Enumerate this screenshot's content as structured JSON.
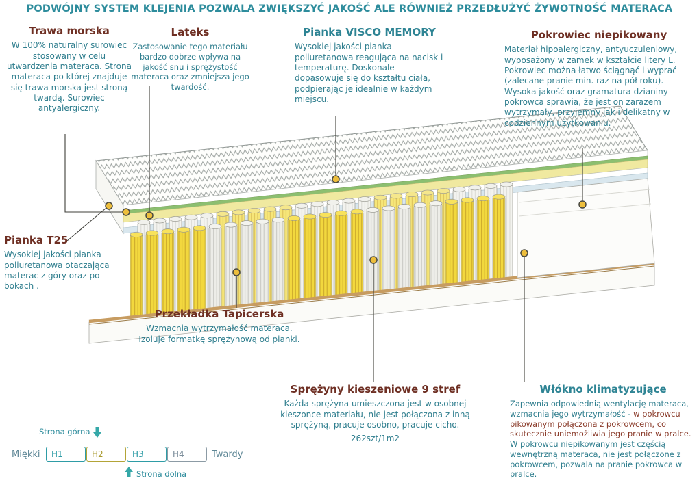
{
  "header": {
    "text": "PODWÓJNY SYSTEM KLEJENIA POZWALA ZWIĘKSZYĆ JAKOŚĆ ALE RÓWNIEŻ PRZEDŁUŻYĆ ŻYWOTNOŚĆ MATERACA"
  },
  "labels": {
    "trawa": {
      "title": "Trawa morska",
      "body": "W 100% naturalny surowiec stosowany w celu utwardzenia materaca. Strona materaca po której znajduje się trawa morska jest stroną twardą. Surowiec antyalergiczny."
    },
    "lateks": {
      "title": "Lateks",
      "body": "Zastosowanie tego materiału bardzo dobrze wpływa na jakość snu i sprężystość materaca oraz zmniejsza jego twardość."
    },
    "visco": {
      "title": "Pianka VISCO MEMORY",
      "body": "Wysokiej jakości pianka poliuretanowa reagująca na nacisk i temperaturę. Doskonale dopasowuje się do kształtu ciała, podpierając je idealnie w każdym miejscu."
    },
    "pokrowiec": {
      "title": "Pokrowiec niepikowany",
      "body": "Materiał hipoalergiczny, antyuczuleniowy, wyposażony w zamek w kształcie litery L. Pokrowiec można łatwo ściągnąć i wyprać (zalecane pranie min. raz na pół roku). Wysoka jakość oraz gramatura dzianiny pokrowca sprawia, że jest on zarazem wytrzymały, przyjemny jak i delikatny w codziennym użytkowaniu."
    },
    "t25": {
      "title": "Pianka T25",
      "body": "Wysokiej jakości pianka poliuretanowa otaczająca materac z góry oraz po bokach ."
    },
    "przekladka": {
      "title": "Przekładka Tapicerska",
      "body": "Wzmacnia wytrzymałość materaca. Izoluje formatkę sprężynową od pianki."
    },
    "sprezyny": {
      "title": "Sprężyny kieszeniowe 9 stref",
      "body": "Każda sprężyna umieszczona jest w osobnej kieszonce materiału, nie jest połączona z inną sprężyną, pracuje osobno, pracuje cicho.",
      "count": "262szt/1m2"
    },
    "wlokno": {
      "title": "Włókno klimatyzujące",
      "part1": "Zapewnia odpowiednią wentylację materaca, wzmacnia jego wytrzymałość - ",
      "part2": "w pokrowcu pikowanym połączona z pokrowcem, co skutecznie uniemożliwia jego pranie w pralce. ",
      "part3": "W pokrowcu niepikowanym jest częścią wewnętrzną materaca, nie jest połączone z pokrowcem, pozwala na pranie pokrowca w pralce."
    }
  },
  "scale": {
    "top_label": "Strona górna",
    "bottom_label": "Strona dolna",
    "left_label": "Miękki",
    "right_label": "Twardy",
    "segments": [
      {
        "label": "H1"
      },
      {
        "label": "H2"
      },
      {
        "label": "H3"
      },
      {
        "label": "H4"
      }
    ]
  },
  "colors": {
    "accent_teal": "#2E8494",
    "body_teal": "#2F7E8E",
    "heading_maroon": "#6E2F23",
    "body_maroon": "#8A3B2A",
    "spring_yellow": "#F2D83E",
    "marker_yellow": "#EDBE3C",
    "base_tan": "#C79C61",
    "trawa_layer_green": "#8CBF70",
    "lateks_layer_yellow": "#F0E9A0",
    "visco_layer_blue": "#D9E7EE",
    "scale_h1": "#2E9CA6",
    "scale_h2": "#A99A2F",
    "scale_h3": "#2E9CA6",
    "scale_h4": "#7C8E9B"
  }
}
